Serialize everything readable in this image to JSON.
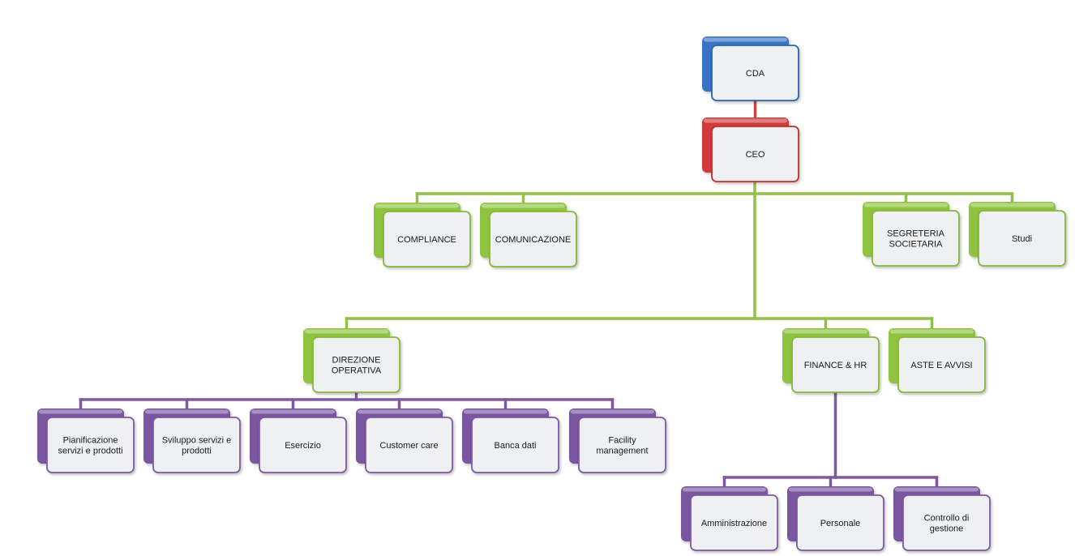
{
  "chart_data": {
    "type": "diagram",
    "palette": {
      "blue": {
        "back": "#3a73c4",
        "edge": "#2f63ad",
        "line": "#4a7fc8"
      },
      "red": {
        "back": "#d23a3a",
        "edge": "#c03030",
        "line": "#c94545"
      },
      "green": {
        "back": "#8fc341",
        "edge": "#86b73d",
        "line": "#93c047"
      },
      "purple": {
        "back": "#7a55a0",
        "edge": "#7e5aa3",
        "line": "#7d5aa0"
      },
      "front_fill": "#eef0f2"
    },
    "nodes": [
      {
        "id": "cda",
        "lines": [
          "CDA"
        ],
        "color": "blue"
      },
      {
        "id": "ceo",
        "lines": [
          "CEO"
        ],
        "color": "red"
      },
      {
        "id": "compliance",
        "lines": [
          "COMPLIANCE"
        ],
        "color": "green"
      },
      {
        "id": "comunicazione",
        "lines": [
          "COMUNICAZIONE"
        ],
        "color": "green"
      },
      {
        "id": "segreteria",
        "lines": [
          "SEGRETERIA",
          "SOCIETARIA"
        ],
        "color": "green"
      },
      {
        "id": "studi",
        "lines": [
          "Studi"
        ],
        "color": "green"
      },
      {
        "id": "dir-op",
        "lines": [
          "DIREZIONE",
          "OPERATIVA"
        ],
        "color": "green"
      },
      {
        "id": "finance",
        "lines": [
          "FINANCE & HR"
        ],
        "color": "green"
      },
      {
        "id": "aste",
        "lines": [
          "ASTE E AVVISI"
        ],
        "color": "green"
      },
      {
        "id": "pianificazione",
        "lines": [
          "Pianificazione",
          "servizi e prodotti"
        ],
        "color": "purple"
      },
      {
        "id": "sviluppo",
        "lines": [
          "Sviluppo servizi e",
          "prodotti"
        ],
        "color": "purple"
      },
      {
        "id": "esercizio",
        "lines": [
          "Esercizio"
        ],
        "color": "purple"
      },
      {
        "id": "customer",
        "lines": [
          "Customer care"
        ],
        "color": "purple"
      },
      {
        "id": "banca",
        "lines": [
          "Banca dati"
        ],
        "color": "purple"
      },
      {
        "id": "facility",
        "lines": [
          "Facility",
          "management"
        ],
        "color": "purple"
      },
      {
        "id": "amministrazione",
        "lines": [
          "Amministrazione"
        ],
        "color": "purple"
      },
      {
        "id": "personale",
        "lines": [
          "Personale"
        ],
        "color": "purple"
      },
      {
        "id": "controllo",
        "lines": [
          "Controllo di",
          "gestione"
        ],
        "color": "purple"
      }
    ],
    "edges": [
      {
        "from": "cda",
        "to": "ceo"
      },
      {
        "from": "ceo",
        "to": "compliance"
      },
      {
        "from": "ceo",
        "to": "comunicazione"
      },
      {
        "from": "ceo",
        "to": "segreteria"
      },
      {
        "from": "ceo",
        "to": "studi"
      },
      {
        "from": "ceo",
        "to": "dir-op"
      },
      {
        "from": "ceo",
        "to": "finance"
      },
      {
        "from": "ceo",
        "to": "aste"
      },
      {
        "from": "dir-op",
        "to": "pianificazione"
      },
      {
        "from": "dir-op",
        "to": "sviluppo"
      },
      {
        "from": "dir-op",
        "to": "esercizio"
      },
      {
        "from": "dir-op",
        "to": "customer"
      },
      {
        "from": "dir-op",
        "to": "banca"
      },
      {
        "from": "dir-op",
        "to": "facility"
      },
      {
        "from": "finance",
        "to": "amministrazione"
      },
      {
        "from": "finance",
        "to": "personale"
      },
      {
        "from": "finance",
        "to": "controllo"
      }
    ]
  }
}
